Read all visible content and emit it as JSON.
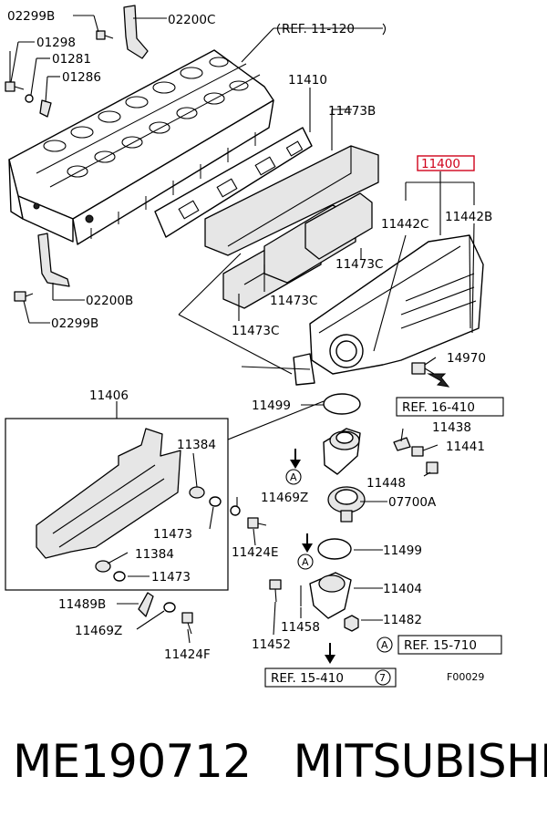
{
  "labels": {
    "l02299b_top": "02299B",
    "l02200c": "02200C",
    "l01298": "01298",
    "l01281": "01281",
    "l01286": "01286",
    "ref11120": "REF. 11-120",
    "l11410": "11410",
    "l11473b": "11473B",
    "l11400": "11400",
    "l11442c": "11442C",
    "l11442b": "11442B",
    "l11473c_a": "11473C",
    "l11473c_b": "11473C",
    "l11473c_c": "11473C",
    "l02200b": "02200B",
    "l02299b_bot": "02299B",
    "l14970": "14970",
    "ref16410": "REF. 16-410",
    "l11406": "11406",
    "l11499_a": "11499",
    "l11438": "11438",
    "l11441": "11441",
    "l11384_a": "11384",
    "l11448": "11448",
    "l11469z_a": "11469Z",
    "l07700a": "07700A",
    "l11473_a": "11473",
    "l11424e": "11424E",
    "l11499_b": "11499",
    "l11384_b": "11384",
    "l11473_b": "11473",
    "l11404": "11404",
    "l11489b": "11489B",
    "l11469z_b": "11469Z",
    "l11458": "11458",
    "l11482": "11482",
    "l11424f": "11424F",
    "l11452": "11452",
    "ref15710": "REF. 15-710",
    "ref15410": "REF. 15-410",
    "circle_a1": "A",
    "circle_a2": "A",
    "circle_a3": "A",
    "circle_7": "7",
    "fcode": "F00029"
  },
  "footer": {
    "part_number": "ME190712",
    "brand": "MITSUBISHI"
  },
  "colors": {
    "highlight_box": "#d0021b"
  }
}
